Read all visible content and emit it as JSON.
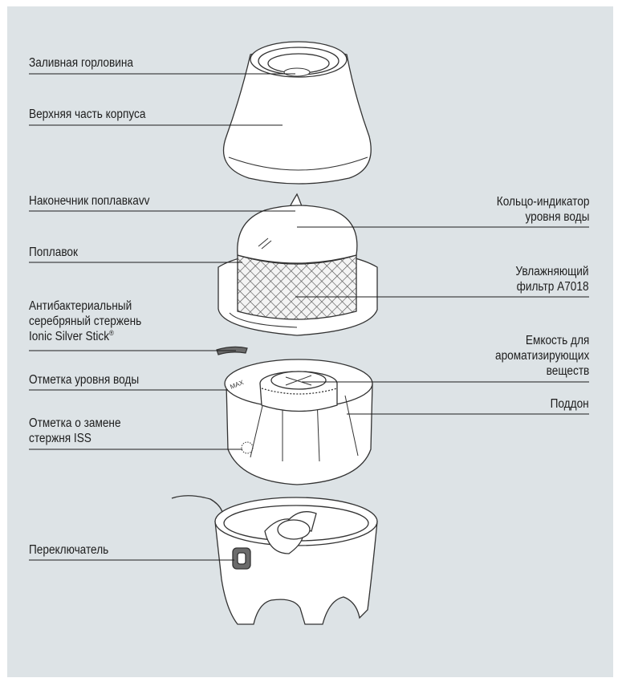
{
  "labels": {
    "filler_neck": "Заливная горловина",
    "upper_housing": "Верхняя часть корпуса",
    "float_tip": "Наконечник поплавкаvv",
    "water_ring_1": "Кольцо-индикатор",
    "water_ring_2": "уровня воды",
    "float": "Поплавок",
    "filter_1": "Увлажняющий",
    "filter_2": "фильтр A7018",
    "antibacterial_1": "Антибактериальный",
    "antibacterial_2": "серебряный стержень",
    "antibacterial_3": "Ionic Silver Stick",
    "antibacterial_reg": "®",
    "aroma_1": "Емкость для",
    "aroma_2": "ароматизирующих",
    "aroma_3": "веществ",
    "water_mark": "Отметка уровня воды",
    "tray": "Поддон",
    "iss_mark_1": "Отметка о замене",
    "iss_mark_2": "стержня ISS",
    "switch": "Переключатель"
  },
  "device_markings": {
    "max": "MAX"
  }
}
